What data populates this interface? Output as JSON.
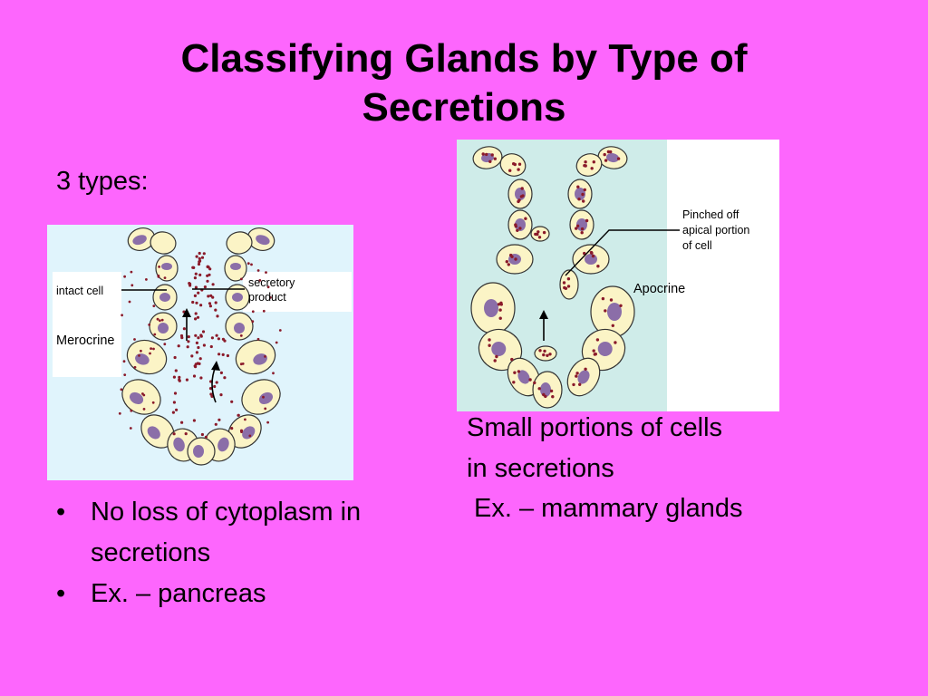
{
  "slide": {
    "title_line1": "Classifying Glands by Type of",
    "title_line2": "Secretions",
    "subtitle": "3 types:"
  },
  "merocrine_figure": {
    "label_intact_cell": "intact cell",
    "label_secretory_line1": "secretory",
    "label_secretory_line2": "product",
    "label_type": "Merocrine"
  },
  "apocrine_figure": {
    "label_pinched_line1": "Pinched off",
    "label_pinched_line2": "apical portion",
    "label_pinched_line3": "of cell",
    "label_type": "Apocrine"
  },
  "apocrine_text": {
    "line1": "Small portions of cells",
    "line2": "in secretions",
    "example": "Ex. – mammary glands"
  },
  "merocrine_bullets": [
    {
      "bullet": "•",
      "text": "No loss of cytoplasm in secretions"
    },
    {
      "bullet": "•",
      "text": "Ex. – pancreas"
    }
  ],
  "colors": {
    "background": "#fd66fd",
    "cell_fill": "#fbf4c6",
    "nucleus": "#8b6ea8",
    "granule": "#8a1a2a",
    "panel_bg": "#e0f4fc"
  }
}
